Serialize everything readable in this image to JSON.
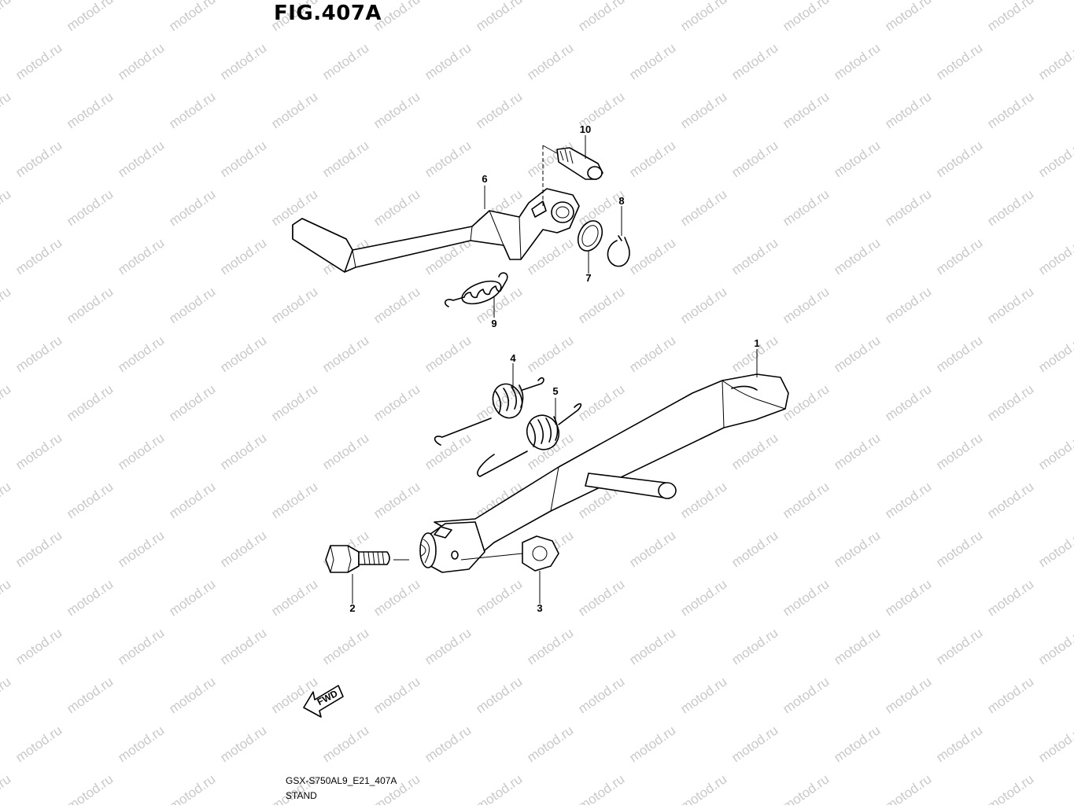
{
  "figure": {
    "title": "FIG.407A",
    "model_code": "GSX-S750AL9_E21_407A",
    "section_name": "STAND",
    "watermark": "motod.ru",
    "direction_label": "FWD"
  },
  "callouts": [
    "1",
    "2",
    "3",
    "4",
    "5",
    "6",
    "7",
    "8",
    "9",
    "10"
  ],
  "colors": {
    "line": "#000000",
    "background": "#ffffff",
    "watermark": "#c9c9c9"
  }
}
